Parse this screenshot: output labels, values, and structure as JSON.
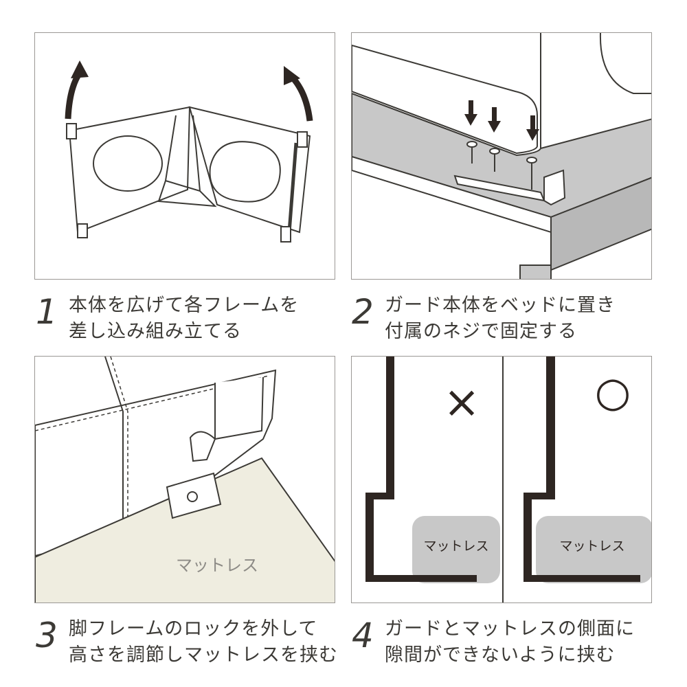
{
  "steps": [
    {
      "num": "1",
      "line1": "本体を広げて各フレームを",
      "line2": "差し込み組み立てる"
    },
    {
      "num": "2",
      "line1": "ガード本体をベッドに置き",
      "line2": "付属のネジで固定する"
    },
    {
      "num": "3",
      "line1": "脚フレームのロックを外して",
      "line2": "高さを調節しマットレスを挟む"
    },
    {
      "num": "4",
      "line1": "ガードとマットレスの側面に",
      "line2": "隙間ができないように挟む"
    }
  ],
  "panel3": {
    "mattress_label": "マットレス"
  },
  "panel4": {
    "wrong_symbol": "×",
    "right_symbol": "○",
    "mattress_left": "マットレス",
    "mattress_right": "マットレス"
  },
  "colors": {
    "dark": "#2e2622",
    "gray": "#c8c8c8",
    "cream": "#efede0",
    "text": "#3c3a36"
  }
}
